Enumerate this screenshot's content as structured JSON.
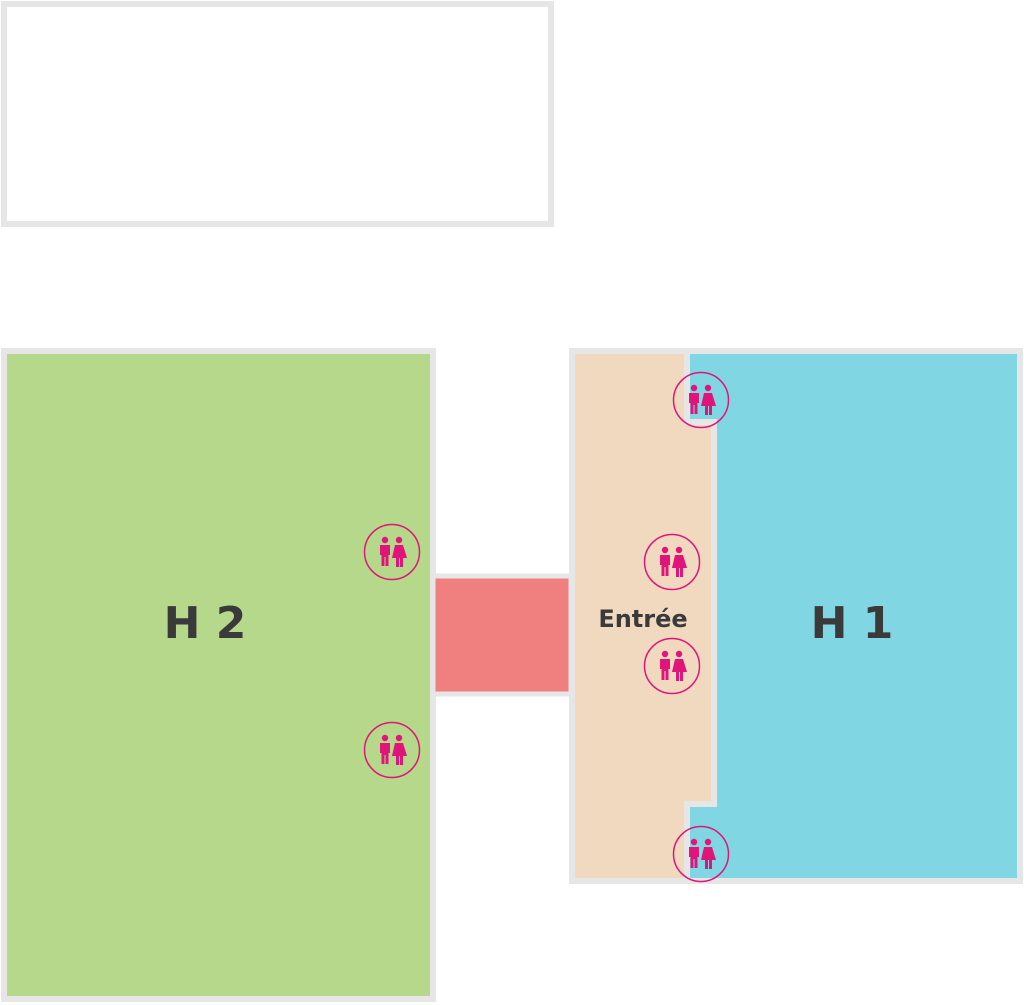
{
  "rooms": {
    "h2": {
      "label": "H 2",
      "color": "#b5d88a"
    },
    "h1": {
      "label": "H 1",
      "color": "#80d6e2"
    },
    "entree": {
      "label": "Entrée",
      "color": "#f1d9c0"
    },
    "corridor": {
      "color": "#f07f80"
    },
    "top_room": {
      "color": "#ffffff"
    }
  },
  "wall_color": "#e6e6e6",
  "toilet_icon": {
    "name": "toilet-icon",
    "color": "#e0157a"
  }
}
